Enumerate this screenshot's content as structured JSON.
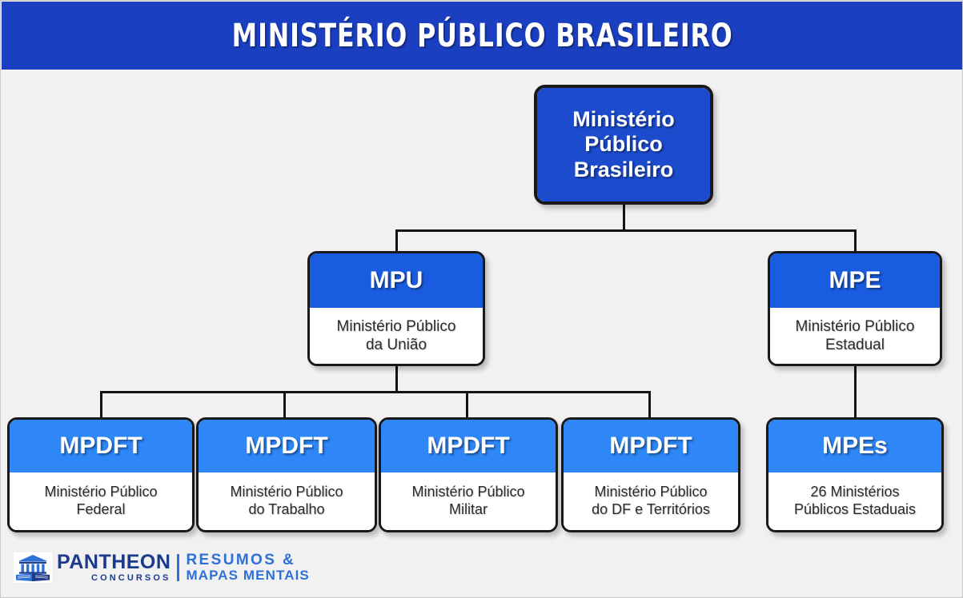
{
  "header": {
    "title": "MINISTÉRIO PÚBLICO BRASILEIRO",
    "background_color": "#1a3fc0",
    "text_color": "#ffffff"
  },
  "chart_data": {
    "type": "diagram",
    "title": "MINISTÉRIO PÚBLICO BRASILEIRO",
    "layout": "top-down organizational tree",
    "colors": {
      "banner": "#1a3fc0",
      "root_node": "#1c4ccd",
      "level2_header": "#1a5cdf",
      "level3_header": "#2e86f7",
      "node_body": "#ffffff",
      "border": "#191919",
      "background": "#f1f1f1",
      "connector": "#141414"
    },
    "nodes": {
      "root": {
        "title": "Ministério Público Brasileiro",
        "line1": "Ministério",
        "line2": "Público",
        "line3": "Brasileiro"
      },
      "level2": [
        {
          "id": "mpu",
          "acronym": "MPU",
          "subtitle_line1": "Ministério Público",
          "subtitle_line2": "da União"
        },
        {
          "id": "mpe",
          "acronym": "MPE",
          "subtitle_line1": "Ministério Público",
          "subtitle_line2": "Estadual"
        }
      ],
      "level3": [
        {
          "id": "mpf",
          "parent": "mpu",
          "acronym": "MPDFT",
          "subtitle_line1": "Ministério Público",
          "subtitle_line2": "Federal"
        },
        {
          "id": "mpt",
          "parent": "mpu",
          "acronym": "MPDFT",
          "subtitle_line1": "Ministério Público",
          "subtitle_line2": "do Trabalho"
        },
        {
          "id": "mpm",
          "parent": "mpu",
          "acronym": "MPDFT",
          "subtitle_line1": "Ministério Público",
          "subtitle_line2": "Militar"
        },
        {
          "id": "mpdft",
          "parent": "mpu",
          "acronym": "MPDFT",
          "subtitle_line1": "Ministério Público",
          "subtitle_line2": "do DF e Territórios"
        },
        {
          "id": "mpes",
          "parent": "mpe",
          "acronym": "MPEs",
          "subtitle_line1": "26 Ministérios",
          "subtitle_line2": "Públicos Estaduais"
        }
      ]
    }
  },
  "footer": {
    "logo": {
      "brand": "PANTHEON",
      "brand_sub": "CONCURSOS",
      "tagline_line1": "RESUMOS &",
      "tagline_line2": "MAPAS MENTAIS",
      "brand_color": "#1b3a8c",
      "tagline_color": "#2f6fd8"
    }
  }
}
